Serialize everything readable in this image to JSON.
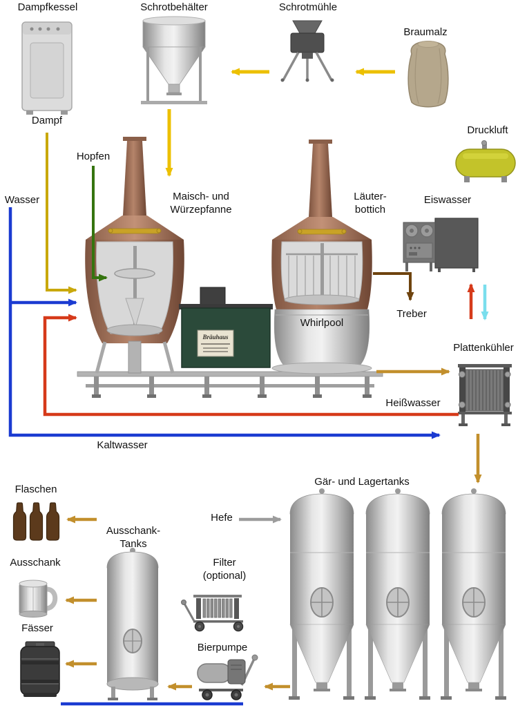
{
  "labels": {
    "dampfkessel": "Dampfkessel",
    "schrotbehaelter": "Schrotbehälter",
    "schrotmuehle": "Schrotmühle",
    "braumalz": "Braumalz",
    "dampf": "Dampf",
    "hopfen": "Hopfen",
    "wasser": "Wasser",
    "maisch_wuerzepfanne": "Maisch- und\nWürzepfanne",
    "laeuterbottich": "Läuter-\nbottich",
    "eiswasser": "Eiswasser",
    "druckluft": "Druckluft",
    "treber": "Treber",
    "whirlpool": "Whirlpool",
    "plattenkuehler": "Plattenkühler",
    "heisswasser": "Heißwasser",
    "kaltwasser": "Kaltwasser",
    "gaer_und_lagertanks": "Gär- und Lagertanks",
    "hefe": "Hefe",
    "flaschen": "Flaschen",
    "ausschank_tanks": "Ausschank-\nTanks",
    "ausschank": "Ausschank",
    "filter_optional": "Filter\n(optional)",
    "faesser": "Fässer",
    "bierpumpe": "Bierpumpe",
    "brauhaus_sign": "Bräuhaus"
  },
  "colors": {
    "malt_flow": "#ECC000",
    "product_flow": "#C28F2C",
    "steam_flow": "#C9A80C",
    "hops_flow": "#35740F",
    "cold_water": "#1B3BD1",
    "hot_water": "#D63A1A",
    "spent_grain": "#6E430E",
    "yeast": "#9C9C9C",
    "ice_water": "#7ADEED"
  },
  "flows": [
    {
      "from": "Braumalz",
      "to": "Schrotmühle",
      "color_key": "malt_flow"
    },
    {
      "from": "Schrotmühle",
      "to": "Schrotbehälter",
      "color_key": "malt_flow"
    },
    {
      "from": "Schrotbehälter",
      "to": "Maisch- und Würzepfanne",
      "color_key": "malt_flow"
    },
    {
      "from": "Dampfkessel",
      "to": "Maisch- und Würzepfanne",
      "label": "Dampf",
      "color_key": "steam_flow"
    },
    {
      "from": "Hopfen",
      "to": "Maisch- und Würzepfanne",
      "color_key": "hops_flow"
    },
    {
      "from": "Wasser",
      "to": "Maisch- und Würzepfanne",
      "color_key": "cold_water"
    },
    {
      "from": "Wasser",
      "to": "Plattenkühler",
      "label": "Kaltwasser",
      "color_key": "cold_water"
    },
    {
      "from": "Plattenkühler",
      "to": "Maisch- und Würzepfanne",
      "label": "Heißwasser",
      "color_key": "hot_water"
    },
    {
      "from": "Läuterbottich",
      "to": "Treber",
      "color_key": "spent_grain"
    },
    {
      "from": "Whirlpool",
      "to": "Plattenkühler",
      "color_key": "product_flow"
    },
    {
      "from": "Plattenkühler",
      "to": "Eiswasser",
      "color_key": "hot_water"
    },
    {
      "from": "Eiswasser",
      "to": "Plattenkühler",
      "color_key": "ice_water"
    },
    {
      "from": "Plattenkühler",
      "to": "Gär- und Lagertanks",
      "color_key": "product_flow"
    },
    {
      "from": "Hefe",
      "to": "Gär- und Lagertanks",
      "color_key": "yeast"
    },
    {
      "from": "Gär- und Lagertanks",
      "to": "Bierpumpe",
      "color_key": "product_flow"
    },
    {
      "from": "Bierpumpe",
      "to": "Ausschank-Tanks",
      "color_key": "product_flow"
    },
    {
      "from": "Ausschank-Tanks",
      "to": "Flaschen",
      "color_key": "product_flow"
    },
    {
      "from": "Ausschank-Tanks",
      "to": "Ausschank",
      "color_key": "product_flow"
    },
    {
      "from": "Ausschank-Tanks",
      "to": "Fässer",
      "color_key": "product_flow"
    }
  ]
}
